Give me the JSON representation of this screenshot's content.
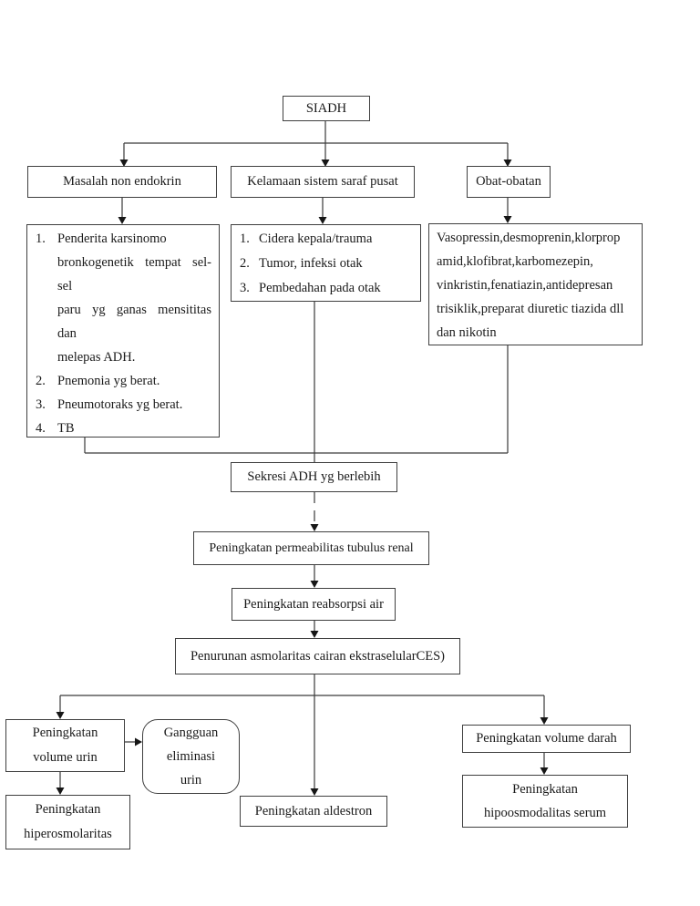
{
  "root": {
    "label": "SIADH"
  },
  "causes": {
    "non_endokrin": "Masalah non endokrin",
    "saraf_pusat": "Kelamaan sistem saraf pusat",
    "obat": "Obat-obatan"
  },
  "details": {
    "non_endokrin": {
      "items": [
        {
          "num": "1.",
          "text": "Penderita karsinomo"
        },
        {
          "num": "",
          "text": "bronkogenetik tempat sel-"
        },
        {
          "num": "",
          "text": "sel"
        },
        {
          "num": "",
          "text": "paru yg ganas mensititas"
        },
        {
          "num": "",
          "text": "dan"
        },
        {
          "num": "",
          "text": "melepas ADH."
        },
        {
          "num": "2.",
          "text": "Pnemonia yg berat."
        },
        {
          "num": "3.",
          "text": "Pneumotoraks yg berat."
        },
        {
          "num": "4.",
          "text": "TB"
        }
      ]
    },
    "saraf_pusat": {
      "items": [
        {
          "num": "1.",
          "text": "Cidera kepala/trauma"
        },
        {
          "num": "2.",
          "text": "Tumor, infeksi otak"
        },
        {
          "num": "3.",
          "text": "Pembedahan pada otak"
        }
      ]
    },
    "obat": {
      "lines": [
        "Vasopressin,desmoprenin,klorprop",
        "amid,klofibrat,karbomezepin,",
        "vinkristin,fenatiazin,antidepresan",
        "trisiklik,preparat diuretic tiazida dll",
        "dan nikotin"
      ]
    }
  },
  "process": {
    "sekresi": "Sekresi ADH yg berlebih",
    "permeabilitas": "Peningkatan permeabilitas tubulus renal",
    "reabsorpsi": "Peningkatan reabsorpsi air",
    "penurunan": "Penurunan asmolaritas cairan ekstraselularCES)"
  },
  "outcomes": {
    "volume_urin": {
      "lines": [
        "Peningkatan",
        "volume urin"
      ]
    },
    "gangguan_eliminasi": {
      "lines": [
        "Gangguan",
        "eliminasi",
        "urin"
      ]
    },
    "aldestron": {
      "label": "Peningkatan aldestron"
    },
    "volume_darah": {
      "label": "Peningkatan volume darah"
    },
    "hiperosmolaritas": {
      "lines": [
        "Peningkatan",
        "hiperosmolaritas"
      ]
    },
    "hipoosmodalitas": {
      "lines": [
        "Peningkatan",
        "hipoosmodalitas serum"
      ]
    }
  },
  "colors": {
    "line": "#3a3a3a",
    "border": "#3f3f3f",
    "text": "#1a1a1a",
    "background": "#ffffff"
  }
}
